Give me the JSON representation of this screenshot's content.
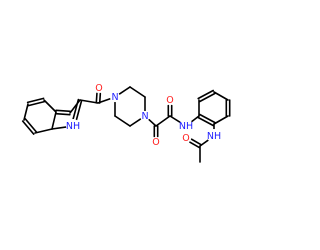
{
  "molecule": {
    "colors": {
      "carbon_bond": "#000000",
      "nitrogen": "#1f1fff",
      "oxygen": "#ff1f1f"
    },
    "atoms": [
      {
        "id": "o1",
        "label": "O",
        "element": "oxygen"
      },
      {
        "id": "o2",
        "label": "O",
        "element": "oxygen"
      },
      {
        "id": "o3",
        "label": "O",
        "element": "oxygen"
      },
      {
        "id": "o4",
        "label": "O",
        "element": "oxygen"
      },
      {
        "id": "n1",
        "label": "N",
        "element": "nitrogen"
      },
      {
        "id": "n2",
        "label": "N",
        "element": "nitrogen"
      },
      {
        "id": "nh_indole",
        "label": "NH",
        "element": "nitrogen",
        "sub": "H"
      },
      {
        "id": "nh_amide",
        "label": "NH",
        "element": "nitrogen"
      },
      {
        "id": "nh_acetamide",
        "label": "NH",
        "element": "nitrogen"
      }
    ]
  }
}
